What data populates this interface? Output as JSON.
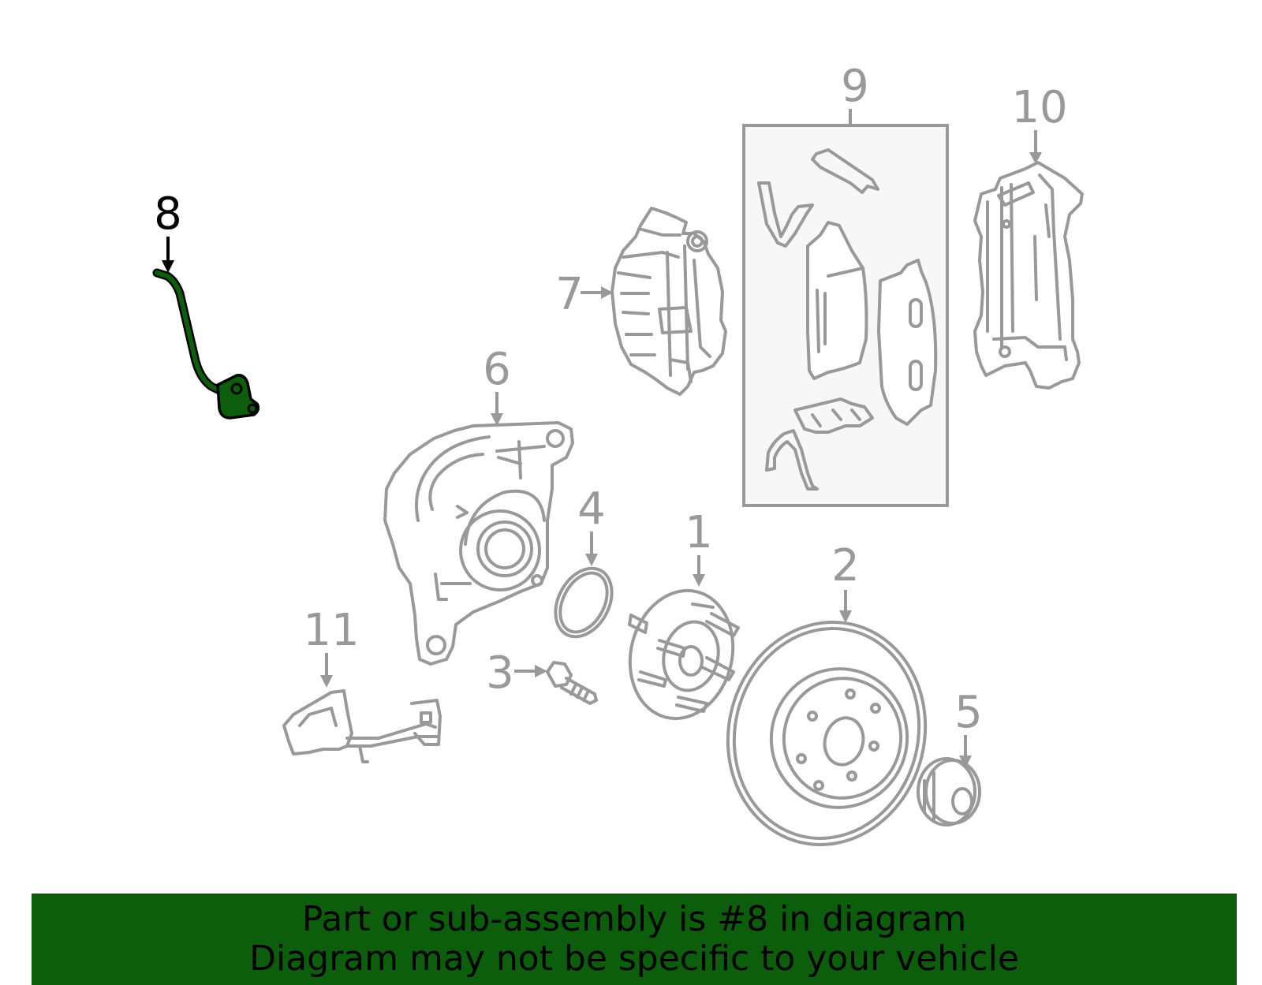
{
  "diagram": {
    "callouts": [
      "1",
      "2",
      "3",
      "4",
      "5",
      "6",
      "7",
      "8",
      "9",
      "10",
      "11"
    ],
    "highlighted_part": "8",
    "colors": {
      "highlight": "#0c5d0c",
      "outline": "#999999",
      "active_label": "#000000",
      "banner": "#0c5d0c",
      "group_box_fill": "#f7f7f7"
    }
  },
  "banner": {
    "line1": "Part or sub-assembly is #8 in diagram",
    "line2": "Diagram may not be specific to your vehicle"
  }
}
